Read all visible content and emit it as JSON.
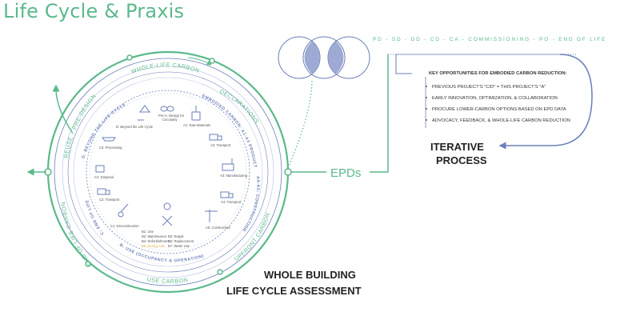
{
  "title": "Life Cycle & Praxis",
  "phases": [
    "PD",
    "SD",
    "DD",
    "CD",
    "CA",
    "COMMISSIONING",
    "PO",
    "END OF LIFE"
  ],
  "opportunities": {
    "heading": "KEY OPPORTUNITIES FOR EMBODIED CARBON REDUCTION:",
    "items": [
      "PREVIOUS PROJECT'S \"C/D\" = THIS PROJECT'S \"A\"",
      "EARLY INNOVATION, OPTIMIZATION, & COLLABORATION",
      "PROCURE LOWER-CARBON OPTIONS BASED ON EPD DATA",
      "ADVOCACY, FEEDBACK, & WHOLE-LIFE CARBON REDUCTION"
    ]
  },
  "iterative": [
    "ITERATIVE",
    "PROCESS"
  ],
  "epds": "EPDs",
  "wbla": [
    "WHOLE BUILDING",
    "LIFE CYCLE ASSESSMENT"
  ],
  "arcs": {
    "whole_life": "WHOLE-LIFE CARBON",
    "declarations": "DECLARATIONS",
    "upfront": "UPFRONT CARBON",
    "use": "USE CARBON",
    "eol": "END OF LIFE CARBON",
    "reuse": "REUSE + PRE-DESIGN",
    "embodied": "EMBODIED CARBON: A1-A3 PRODUCT",
    "beyond": "D. BEYOND THE LIFE CYCLE",
    "construction": "A4-A5: CONSTRUCTION",
    "use_op": "B: USE (OCCUPANCY & OPERATION)",
    "end": "C: END OF LIFE"
  },
  "stages": {
    "preA": [
      "Pre-A: Design for",
      "Circularity"
    ],
    "a1": "A1: Raw Materials",
    "a2": "A2: Transport",
    "a3": "A3: Manufacturing",
    "a4": "A4: Transport",
    "a5": "A5: Construction",
    "d": "D: Beyond the Life Cycle",
    "c3": "C3: Processing",
    "c4": "C4: Disposal",
    "c2": "C2: Transport",
    "c1": "C1: Deconstruction",
    "b": [
      "B1: Use",
      "B2: Maintenance",
      "B3: Repair",
      "B4: Refurbishment",
      "B5: Replacement",
      "B6: Energy Use",
      "B7: Water Use"
    ]
  }
}
